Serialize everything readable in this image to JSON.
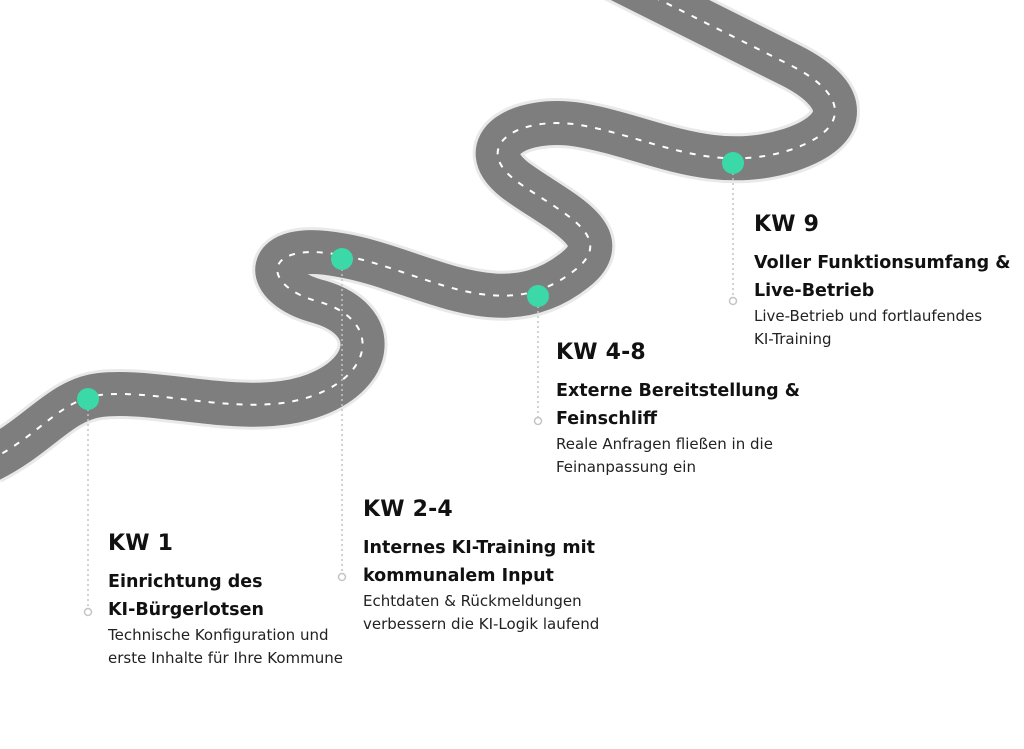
{
  "colors": {
    "road": "#7e7e7e",
    "road_edge": "#e9e9e9",
    "lane_marking": "#ffffff",
    "milestone_dot": "#3ad9a7",
    "connector": "#c4c4c4"
  },
  "milestones": [
    {
      "week": "KW 1",
      "title_lines": [
        "Einrichtung des",
        "KI-Bürgerlotsen"
      ],
      "desc_lines": [
        "Technische Konfiguration und",
        "erste Inhalte für Ihre Kommune"
      ]
    },
    {
      "week": "KW 2-4",
      "title_lines": [
        "Internes KI-Training mit",
        "kommunalem Input"
      ],
      "desc_lines": [
        "Echtdaten & Rückmeldungen",
        "verbessern die KI-Logik laufend"
      ]
    },
    {
      "week": "KW 4-8",
      "title_lines": [
        "Externe Bereitstellung &",
        "Feinschliff"
      ],
      "desc_lines": [
        "Reale Anfragen fließen in die",
        "Feinanpassung ein"
      ]
    },
    {
      "week": "KW 9",
      "title_lines": [
        "Voller Funktionsumfang &",
        "Live-Betrieb"
      ],
      "desc_lines": [
        "Live-Betrieb und fortlaufendes",
        "KI-Training"
      ]
    }
  ]
}
